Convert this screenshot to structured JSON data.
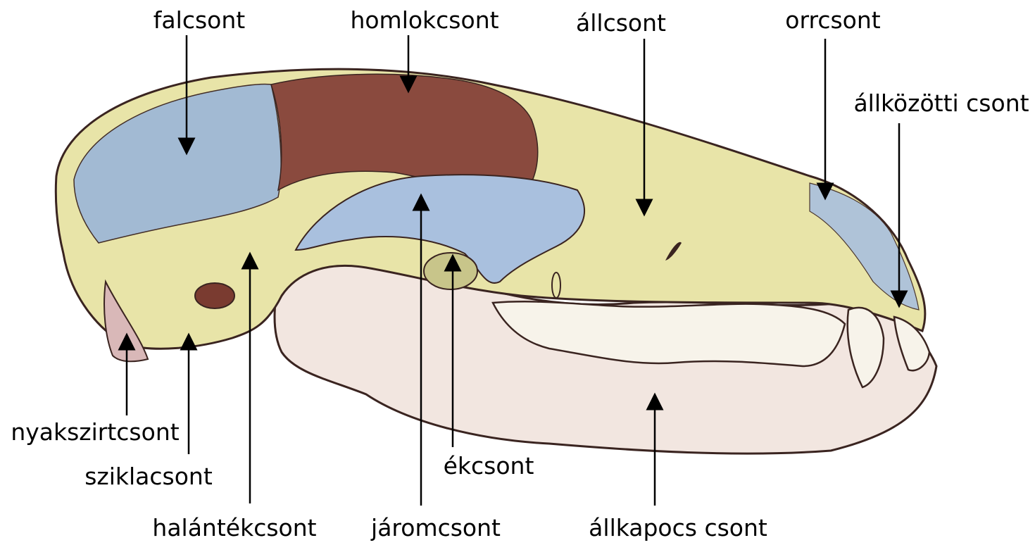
{
  "labels": {
    "falcsont": "falcsont",
    "homlokcsont": "homlokcsont",
    "allcsont": "állcsont",
    "orrcsont": "orrcsont",
    "allkozotti": "állközötti csont",
    "nyakszirtcsont": "nyakszirtcsont",
    "sziklacsont": "sziklacsont",
    "halantekcsont": "halántékcsont",
    "jaromcsont": "járomcsont",
    "ekcsont": "ékcsont",
    "allkapocs": "állkapocs csont"
  },
  "colors": {
    "parietal": "#9fb8d6",
    "frontal": "#8a4a3e",
    "maxilla": "#e8e4a8",
    "zygomatic": "#a9c0de",
    "mandible": "#f2e6e0",
    "outline": "#3a2420"
  }
}
